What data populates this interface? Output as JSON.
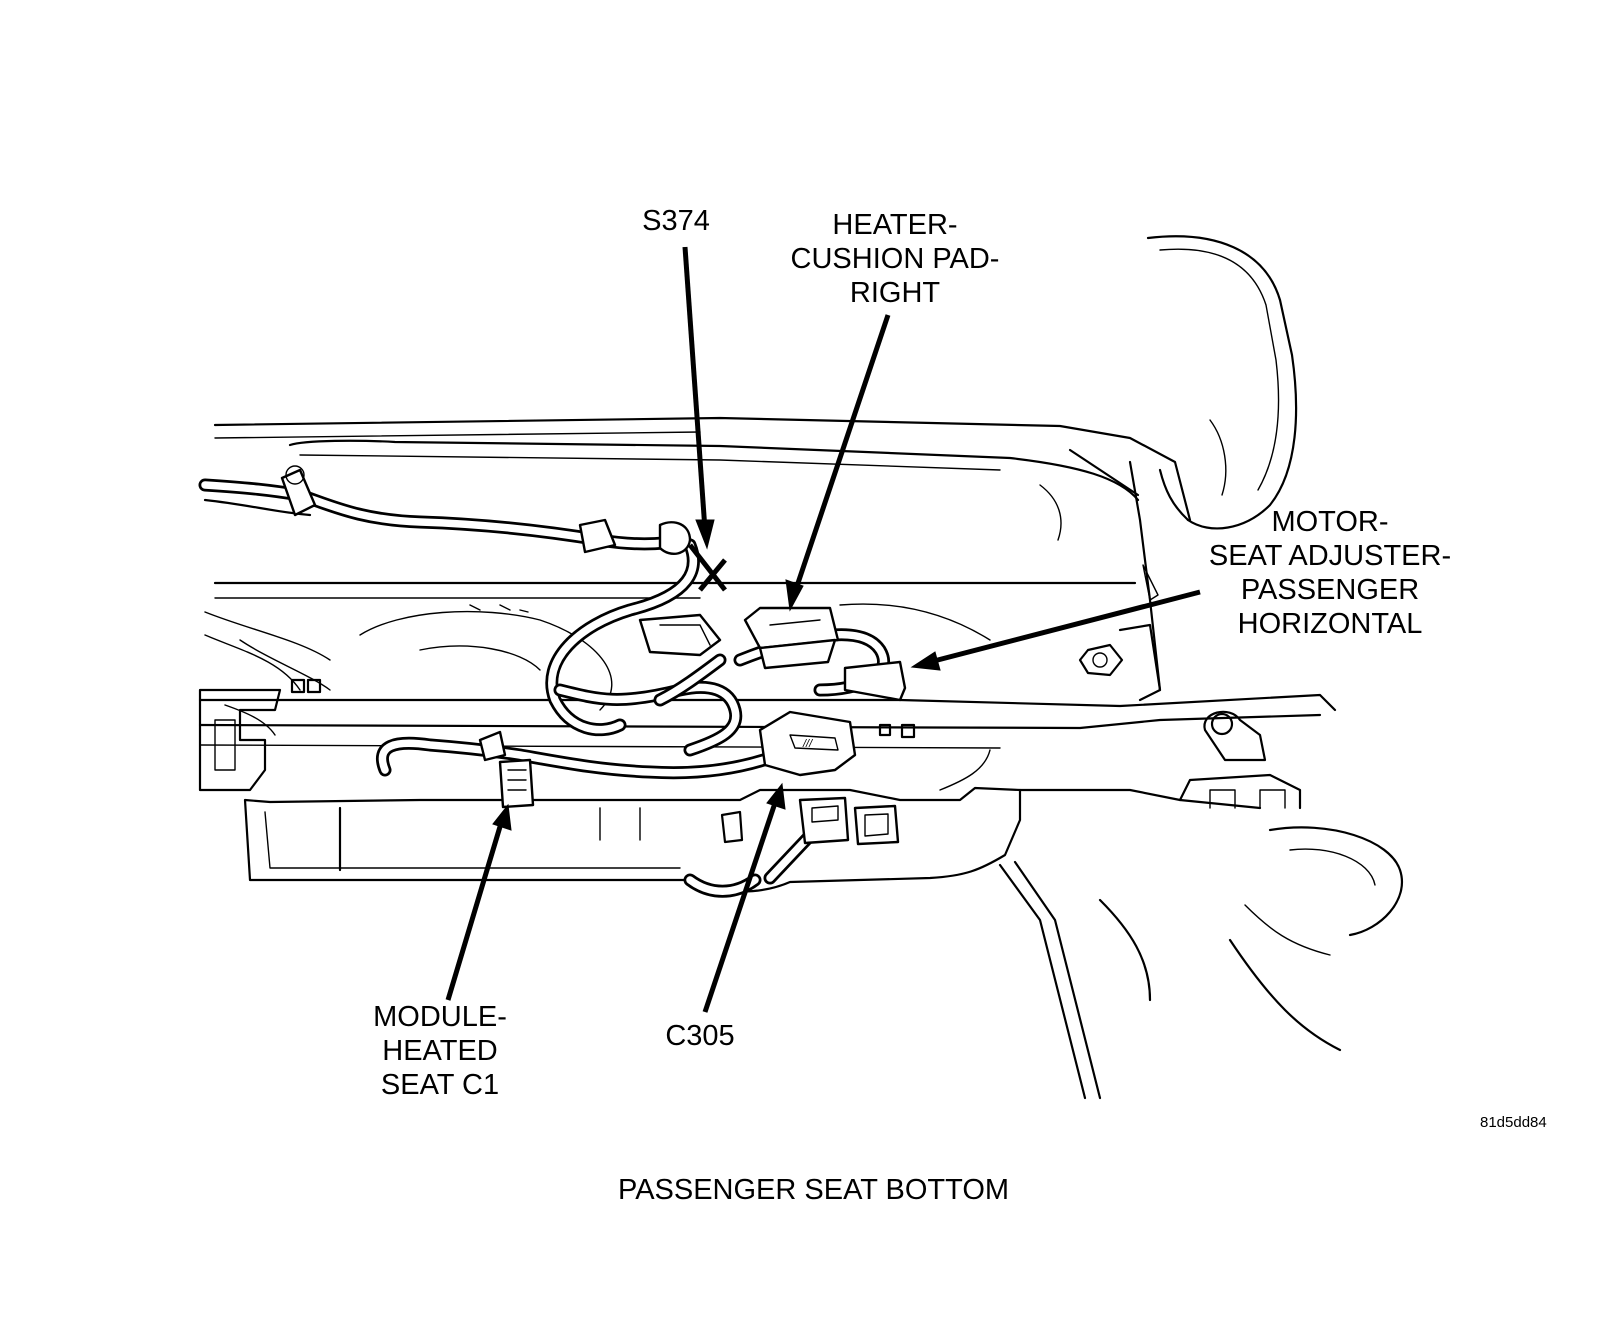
{
  "diagram": {
    "caption": "PASSENGER SEAT BOTTOM",
    "reference_code": "81d5dd84",
    "callouts": {
      "s374": [
        "S374"
      ],
      "heater_cushion_pad": [
        "HEATER-",
        "CUSHION PAD-",
        "RIGHT"
      ],
      "motor_seat_adjuster": [
        "MOTOR-",
        "SEAT ADJUSTER-",
        "PASSENGER",
        "HORIZONTAL"
      ],
      "module_heated_seat": [
        "MODULE-",
        "HEATED",
        "SEAT C1"
      ],
      "c305": [
        "C305"
      ]
    }
  }
}
